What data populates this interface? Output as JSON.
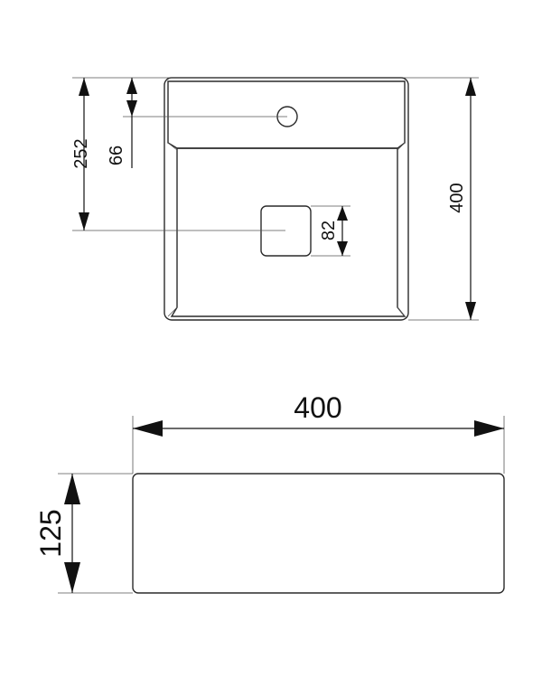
{
  "top_view": {
    "overall_height_label": "400",
    "tap_hole_offset_label": "66",
    "drain_offset_label": "252",
    "drain_size_label": "82"
  },
  "side_view": {
    "width_label": "400",
    "height_label": "125"
  },
  "colors": {
    "outline": "#2a2a2a",
    "dimension": "#111111",
    "background": "#ffffff"
  }
}
